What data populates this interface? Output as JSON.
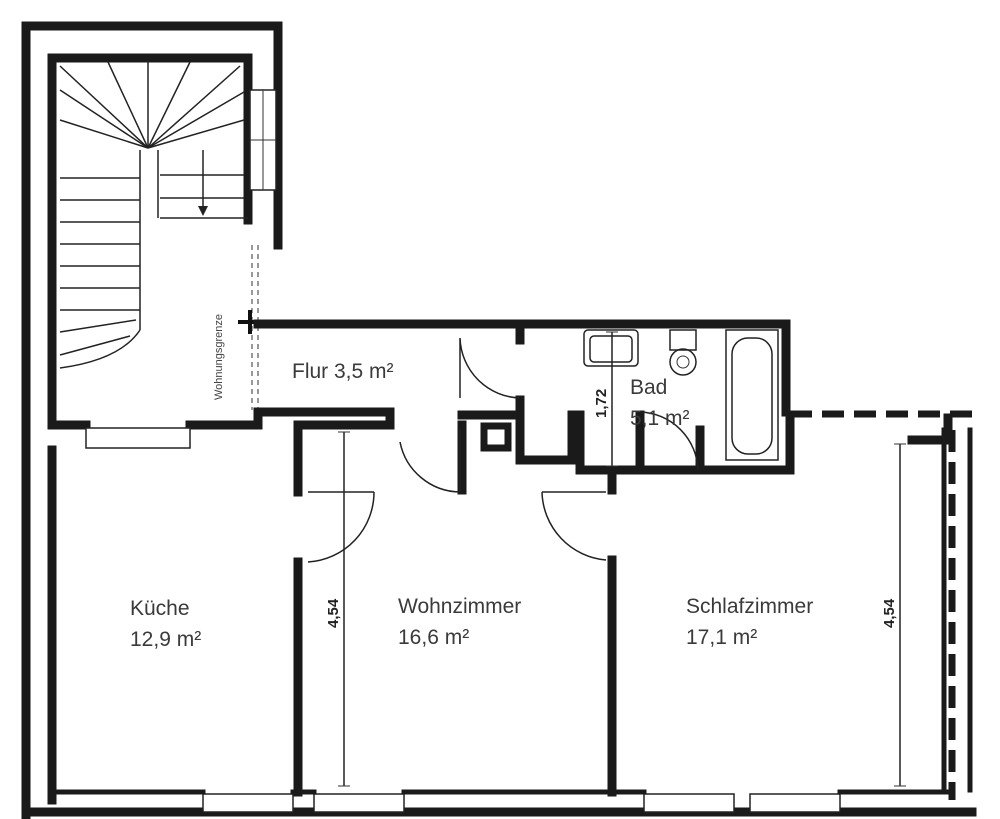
{
  "rooms": {
    "kueche": {
      "name": "Küche",
      "area": "12,9 m²"
    },
    "wohnzimmer": {
      "name": "Wohnzimmer",
      "area": "16,6 m²"
    },
    "schlafzimmer": {
      "name": "Schlafzimmer",
      "area": "17,1 m²"
    },
    "flur": {
      "label": "Flur 3,5 m²"
    },
    "bad": {
      "name": "Bad",
      "area": "5,1 m²"
    }
  },
  "dimensions": {
    "wohnzimmer_height": "4,54",
    "schlafzimmer_height": "4,54",
    "bad_width": "1,72"
  },
  "annotations": {
    "boundary": "Wohnungsgrenze"
  },
  "colors": {
    "wall": "#1a1a1a",
    "text": "#3a3a3a",
    "background": "#ffffff"
  }
}
